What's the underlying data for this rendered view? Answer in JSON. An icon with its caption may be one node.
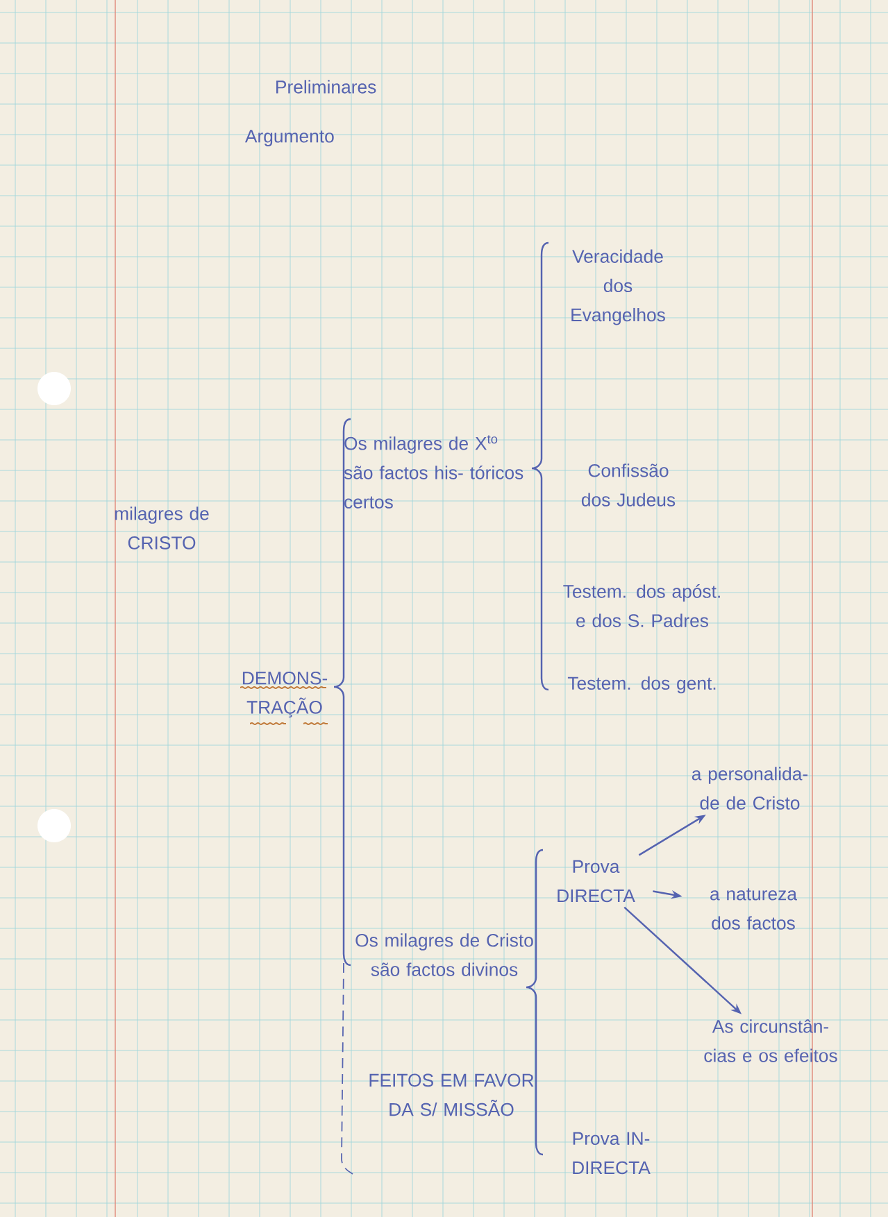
{
  "diagram": {
    "nodes": [
      {
        "text": [
          "Prova DIRECTA"
        ]
      },
      {
        "text": [
          "a personalida- de de Cristo"
        ]
      },
      {
        "text": [
          "a natureza dos factos"
        ]
      },
      {
        "text": [
          "As circunstân- cias e os efeitos"
        ]
      }
    ],
    "edges": [
      {
        "from": 0,
        "to": 1,
        "arrow": "to"
      },
      {
        "from": 0,
        "to": 2,
        "arrow": "to"
      },
      {
        "from": 0,
        "to": 3,
        "arrow": "to"
      }
    ],
    "labels": [
      "Preliminares",
      "Argumento",
      "milagres de CRISTO",
      "DEMONS- TRAÇÃO",
      "Os milagres de X$^{to}$ são factos his- tóricos certos",
      "Veracidade dos Evangelhos",
      "Confissão dos Judeus",
      "Testem. dos apóst. e dos S. Padres",
      "Testem. dos gent.",
      "Os milagres de Cristo são factos divinos",
      "FEITOS EM FAVOR DA S/ MISSÃO",
      "Prova IN- DIRECTA"
    ]
  }
}
